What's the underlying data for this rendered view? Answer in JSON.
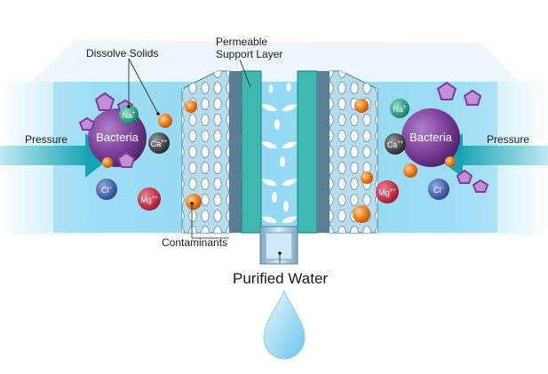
{
  "labels": {
    "dissolve_solids": "Dissolve Solids",
    "permeable_line1": "Permeable",
    "permeable_line2": "Support Layer",
    "pressure_left": "Pressure",
    "pressure_right": "Pressure",
    "contaminants": "Contaminants",
    "purified_water": "Purified Water"
  },
  "ions": {
    "bacteria": "Bacteria",
    "sodium": "Na",
    "sodium_charge": "+",
    "calcium": "Ca",
    "calcium_charge": "++",
    "chloride": "Cl",
    "chloride_charge": "−",
    "magnesium": "Mg",
    "magnesium_charge": "++"
  },
  "colors": {
    "water_band": "#7fd3f2",
    "membrane": "#3fb8b0",
    "support": "#5a7f92",
    "bacteria": "#7b3f9a",
    "arrow": "#1aa6b5",
    "contaminant": "#f07f1e",
    "sodium": "#1e9f86",
    "calcium": "#3a3a3a",
    "chloride": "#3d5fb0",
    "magnesium": "#d21f3c"
  }
}
